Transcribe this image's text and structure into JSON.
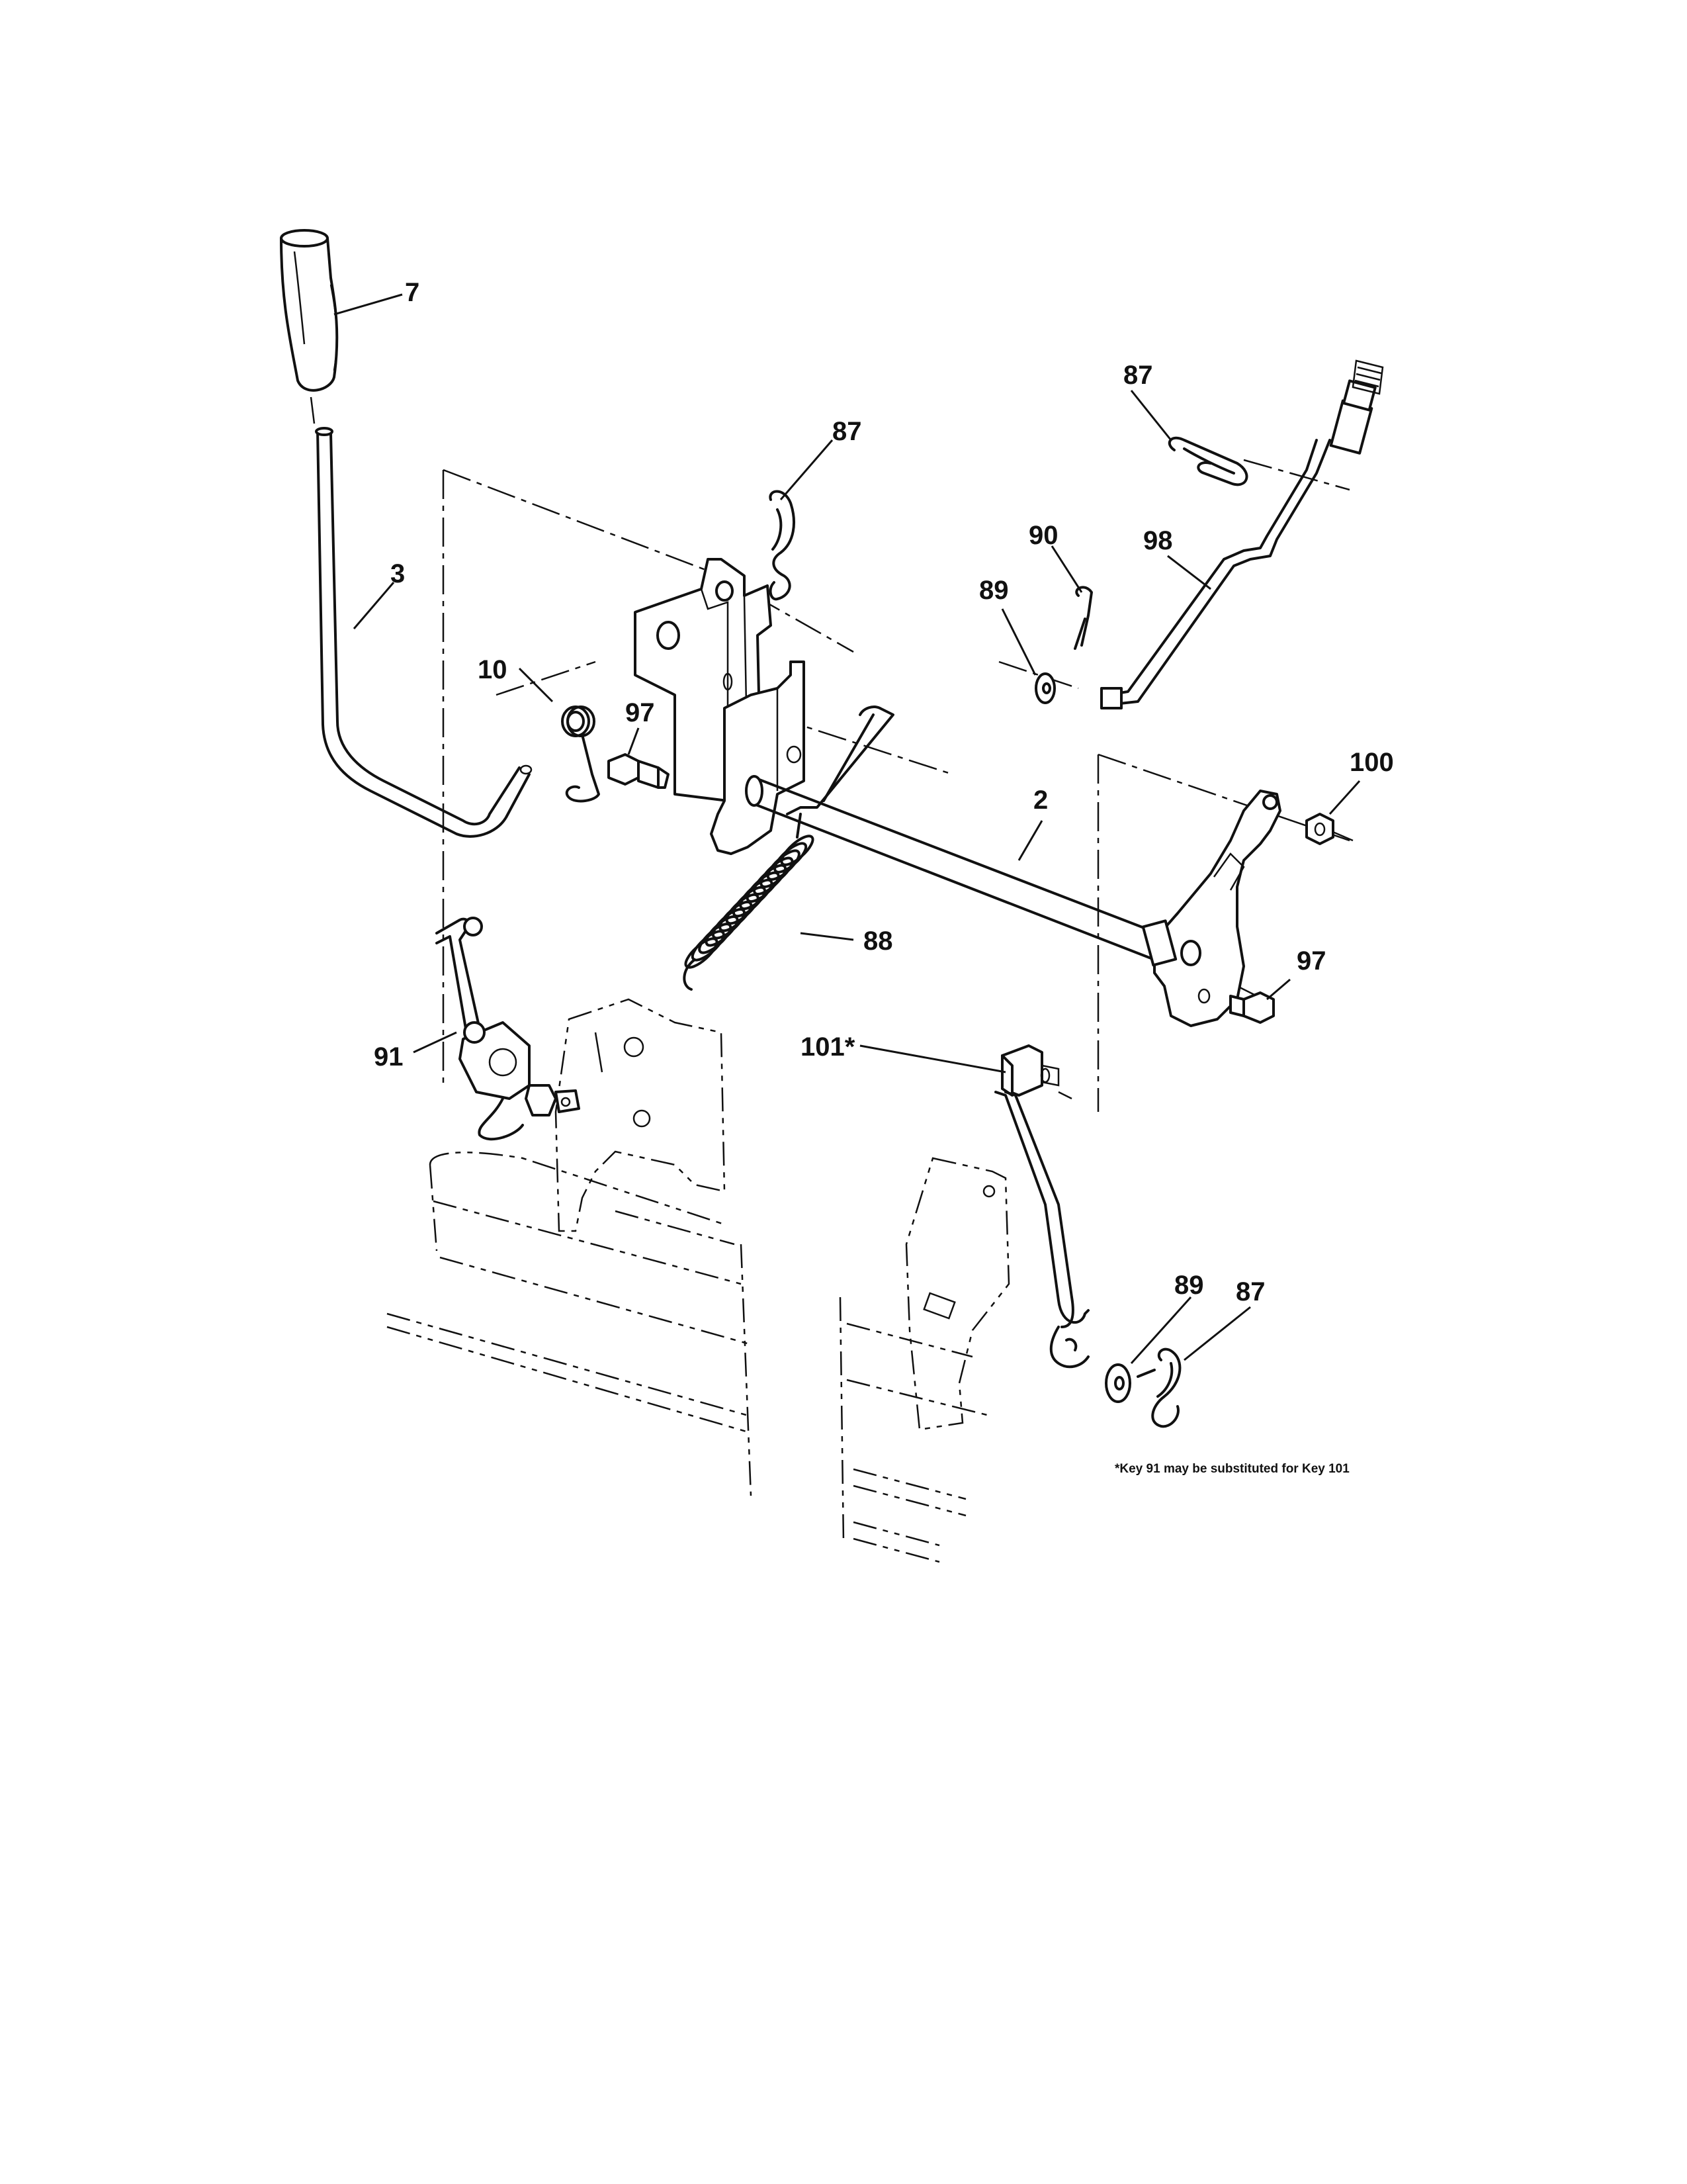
{
  "callouts": {
    "c7": "7",
    "c3": "3",
    "c10": "10",
    "c97_left": "97",
    "c87_upper_center": "87",
    "c87_upper_right": "87",
    "c90": "90",
    "c98": "98",
    "c89_upper": "89",
    "c2": "2",
    "c100": "100",
    "c88": "88",
    "c97_right": "97",
    "c91": "91",
    "c101": "101*",
    "c89_lower": "89",
    "c87_lower": "87"
  },
  "footnote": "*Key 91 may be substituted for Key 101"
}
